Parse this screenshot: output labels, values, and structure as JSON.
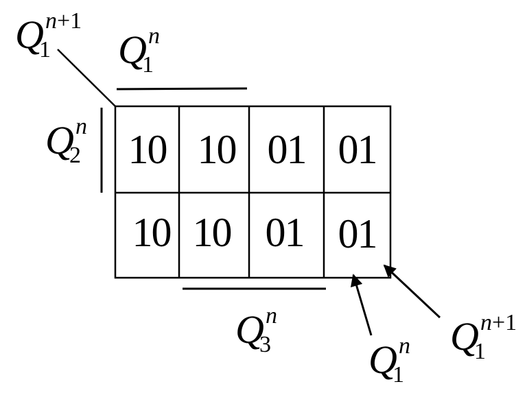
{
  "kmap": {
    "cells": [
      [
        "10",
        "10",
        "01",
        "01"
      ],
      [
        "10",
        "10",
        "01",
        "01"
      ]
    ]
  },
  "labels": {
    "top_left": {
      "base": "Q",
      "sup": "n",
      "sup_suffix": "+1",
      "sub": "1"
    },
    "top_var": {
      "base": "Q",
      "sup": "n",
      "sup_suffix": "",
      "sub": "1"
    },
    "left_var": {
      "base": "Q",
      "sup": "n",
      "sup_suffix": "",
      "sub": "2"
    },
    "bottom_var": {
      "base": "Q",
      "sup": "n",
      "sup_suffix": "",
      "sub": "3"
    },
    "bottom_arrow": {
      "base": "Q",
      "sup": "n",
      "sup_suffix": "",
      "sub": "1"
    },
    "right_arrow": {
      "base": "Q",
      "sup": "n",
      "sup_suffix": "+1",
      "sub": "1"
    }
  }
}
